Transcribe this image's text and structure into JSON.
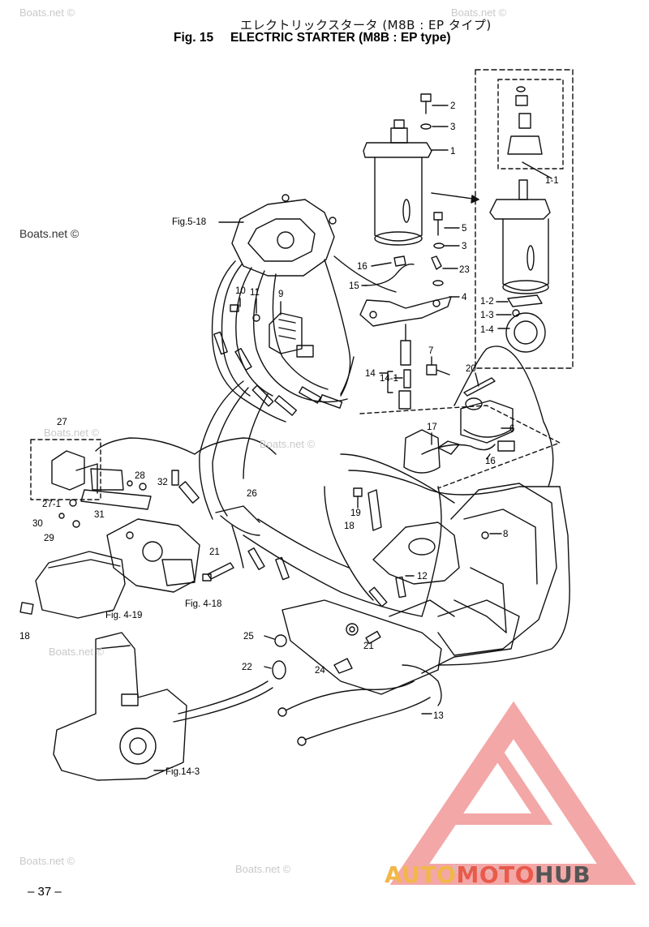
{
  "title": {
    "japanese": "エレクトリックスタータ (M8B : EP タイプ)",
    "fig_number": "Fig. 15",
    "english": "ELECTRIC STARTER (M8B : EP type)"
  },
  "watermark": "Boats.net ©",
  "callouts": [
    "2",
    "3",
    "1",
    "1-1",
    "5",
    "3",
    "23",
    "4",
    "16",
    "15",
    "1-2",
    "1-3",
    "1-4",
    "10",
    "11",
    "9",
    "14",
    "14-1",
    "7",
    "20",
    "6",
    "17",
    "16",
    "27",
    "28",
    "32",
    "27-1",
    "30",
    "29",
    "31",
    "26",
    "19",
    "18",
    "8",
    "21",
    "12",
    "25",
    "22",
    "24",
    "21",
    "13",
    "18"
  ],
  "figure_refs": [
    "Fig.5-18",
    "Fig. 4-19",
    "Fig. 4-18",
    "Fig.14-3"
  ],
  "page_number": "– 37 –",
  "logo": {
    "part_a": "AUTO",
    "part_b": "MOTO",
    "part_c": "HUB",
    "colors": {
      "auto": "#f2b74a",
      "moto": "#e85a4a",
      "hub": "#555555",
      "triangle": "#f08a8a"
    }
  }
}
